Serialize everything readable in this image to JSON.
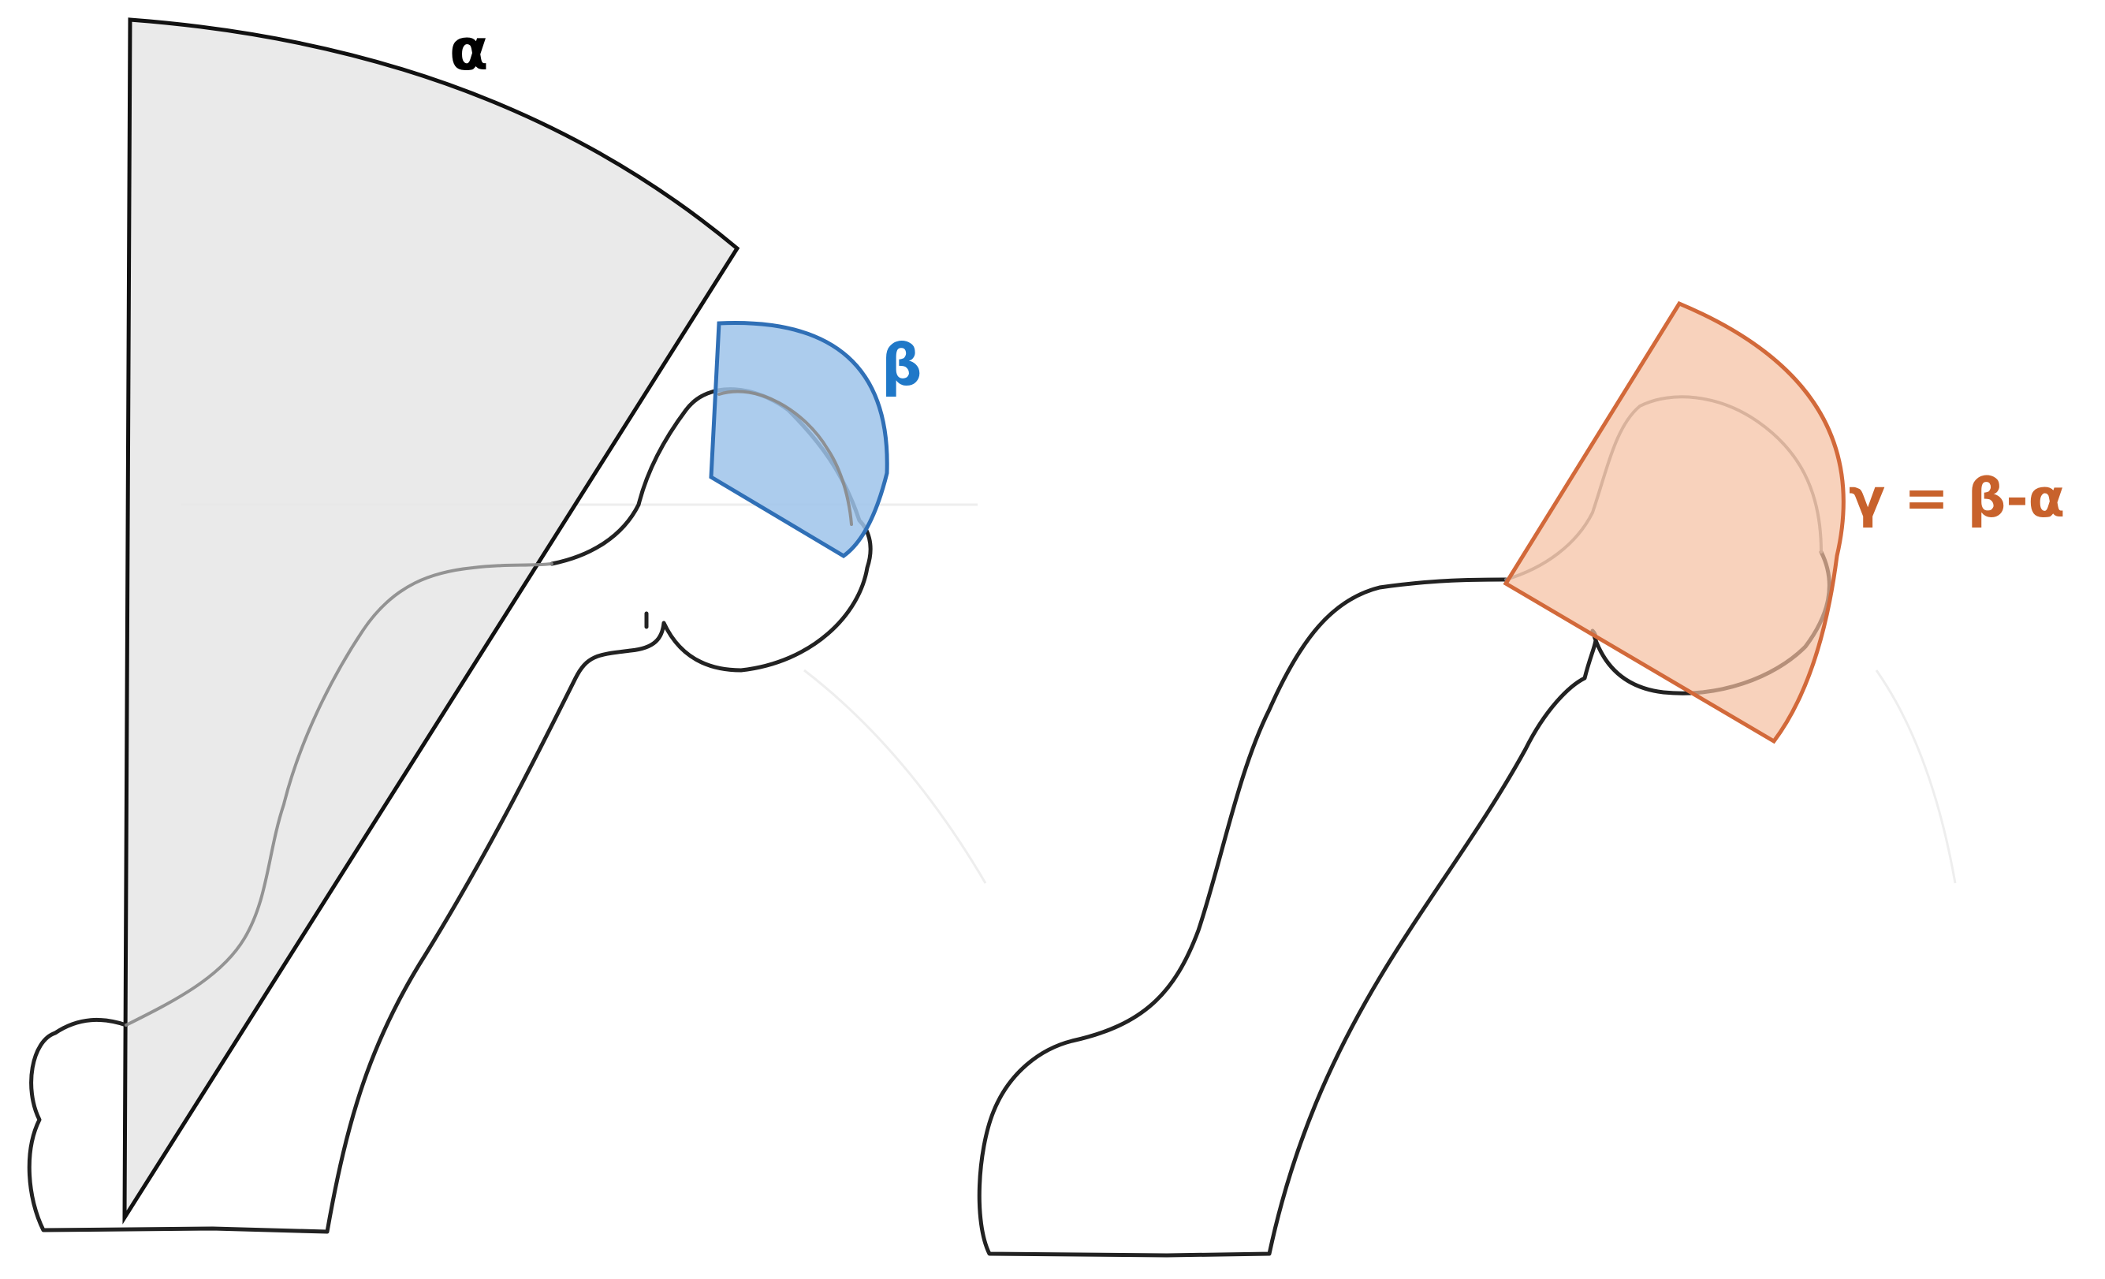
{
  "labels": {
    "alpha": "α",
    "beta": "β",
    "gamma": "γ = β-α"
  },
  "colors": {
    "alpha_fill": "#e6e6e6",
    "alpha_stroke": "#111111",
    "beta_fill": "#9ec3ea",
    "beta_stroke": "#2f6fb6",
    "beta_text": "#1f78c8",
    "gamma_fill": "#f5bfa0",
    "gamma_stroke": "#d2693a",
    "gamma_text": "#c8622c",
    "outline": "#222222"
  }
}
